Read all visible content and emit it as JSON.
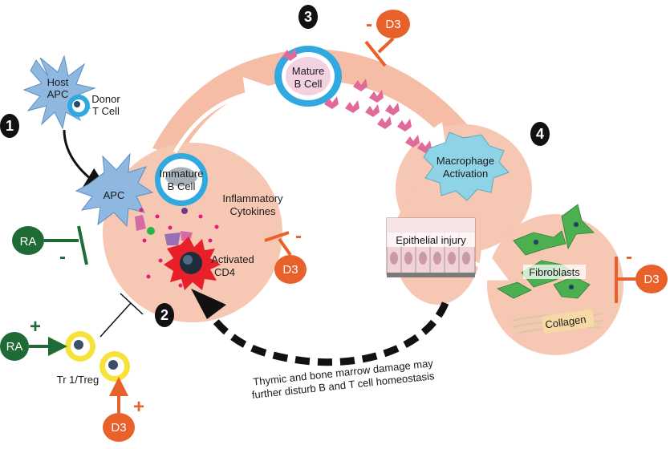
{
  "steps": {
    "one": "1",
    "two": "2",
    "three": "3",
    "four": "4"
  },
  "labels": {
    "host_apc_1": "Host",
    "host_apc_2": "APC",
    "donor_t_1": "Donor",
    "donor_t_2": "T Cell",
    "apc": "APC",
    "immature_1": "Immature",
    "immature_2": "B Cell",
    "inflammatory_1": "Inflammatory",
    "inflammatory_2": "Cytokines",
    "activated_1": "Activated",
    "activated_2": "CD4",
    "mature_1": "Mature",
    "mature_2": "B Cell",
    "macrophage_1": "Macrophage",
    "macrophage_2": "Activation",
    "epithelial": "Epithelial injury",
    "fibroblasts": "Fibroblasts",
    "collagen": "Collagen",
    "treg": "Tr 1/Treg",
    "damage_1": "Thymic and bone marrow damage may",
    "damage_2": "further disturb B and T cell homeostasis"
  },
  "tags": {
    "ra_inhibit": "RA",
    "ra_inhibit_sign": "-",
    "ra_promote": "RA",
    "ra_promote_sign": "+",
    "d3_top": "D3",
    "d3_top_sign": "-",
    "d3_mid": "D3",
    "d3_mid_sign": "-",
    "d3_right": "D3",
    "d3_right_sign": "-",
    "d3_bottom": "D3",
    "d3_bottom_sign": "+"
  },
  "colors": {
    "salmon": "#f6c7b2",
    "arc": "#f5bca6",
    "green_tag": "#1e6b35",
    "orange_tag": "#e8602a",
    "dc_blue": "#8fb8e0",
    "mature_cyan": "#2fa9df",
    "macrophage": "#8ed3e6",
    "fibroblast": "#4caf50",
    "treg_yellow": "#f7e23b",
    "activated_red": "#e8202a",
    "antibody_pink": "#e06a9a"
  }
}
